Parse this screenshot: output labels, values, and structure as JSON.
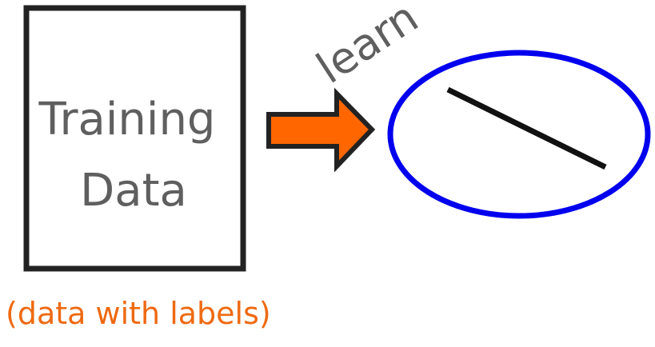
{
  "box": {
    "line1": "Training",
    "line2": "Data"
  },
  "arrow": {
    "label": "learn"
  },
  "caption": "(data with labels)",
  "colors": {
    "box_stroke": "#222222",
    "box_text": "#5f5f5f",
    "arrow_fill": "#ff6600",
    "arrow_stroke": "#222222",
    "arrow_label": "#5f5f5f",
    "ellipse_stroke": "#0000ee",
    "model_line": "#111111",
    "caption": "#ee6a12"
  }
}
